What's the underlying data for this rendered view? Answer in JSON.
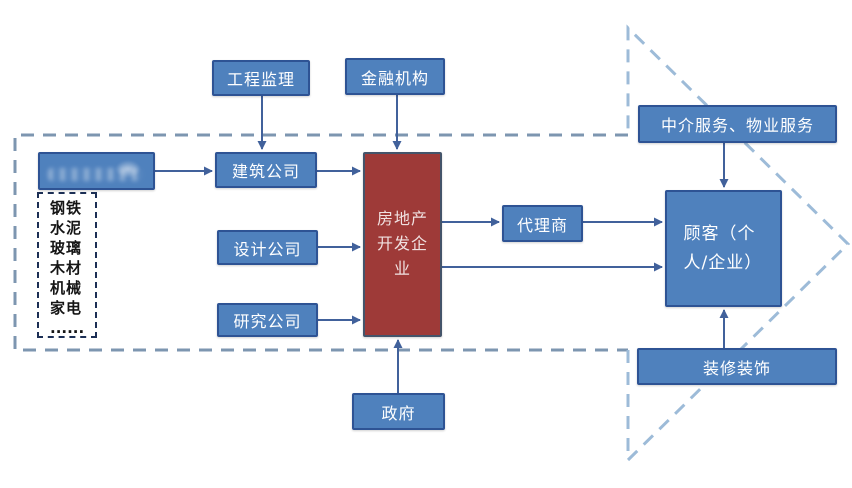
{
  "diagram": {
    "nodes": {
      "engineering_supervision": "工程监理",
      "financial_institutions": "金融机构",
      "suppliers_blurred": "",
      "construction_company": "建筑公司",
      "design_company": "设计公司",
      "research_company": "研究公司",
      "developer": "房地产开发企业",
      "government": "政府",
      "agent": "代理商",
      "intermediary_property_services": "中介服务、物业服务",
      "customer": "顾客（个人/企业）",
      "decoration": "装修装饰"
    },
    "materials": [
      "钢铁",
      "水泥",
      "玻璃",
      "木材",
      "机械",
      "家电",
      "......"
    ]
  },
  "colors": {
    "background": "#ffffff",
    "node_fill": "#4f81bd",
    "node_border": "#2e5394",
    "developer_fill": "#9e3a38",
    "developer_border": "#44546a",
    "connector": "#41619b",
    "arrow_body_dash": "#7d96b0",
    "arrow_head_dash": "#9dbbd8",
    "list_border": "#1c2f55",
    "list_text": "#151515"
  }
}
